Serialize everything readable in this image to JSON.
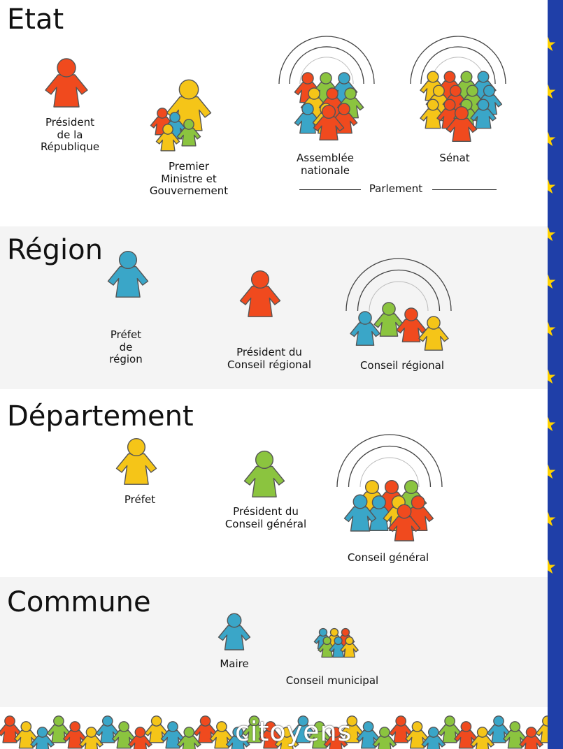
{
  "colors": {
    "red": "#f04a1e",
    "yellow": "#f5c518",
    "blue": "#3aa6c8",
    "green": "#8bc43f",
    "eu_blue": "#1f3fa8",
    "eu_star": "#ffd200"
  },
  "sections": {
    "etat": {
      "title": "Etat",
      "president": "Président\nde la\nRépublique",
      "gouvernement": "Premier\nMinistre et\nGouvernement",
      "assemblee": "Assemblée\nnationale",
      "senat": "Sénat",
      "parlement": "Parlement"
    },
    "region": {
      "title": "Région",
      "prefet": "Préfet\nde\nrégion",
      "president": "Président du\nConseil régional",
      "conseil": "Conseil régional"
    },
    "departement": {
      "title": "Département",
      "prefet": "Préfet",
      "president": "Président du\nConseil général",
      "conseil": "Conseil général"
    },
    "commune": {
      "title": "Commune",
      "maire": "Maire",
      "conseil": "Conseil municipal"
    }
  },
  "citizens": "citoyens",
  "icons": [
    "person-icon",
    "assembly-arc-icon",
    "eu-star-icon"
  ]
}
